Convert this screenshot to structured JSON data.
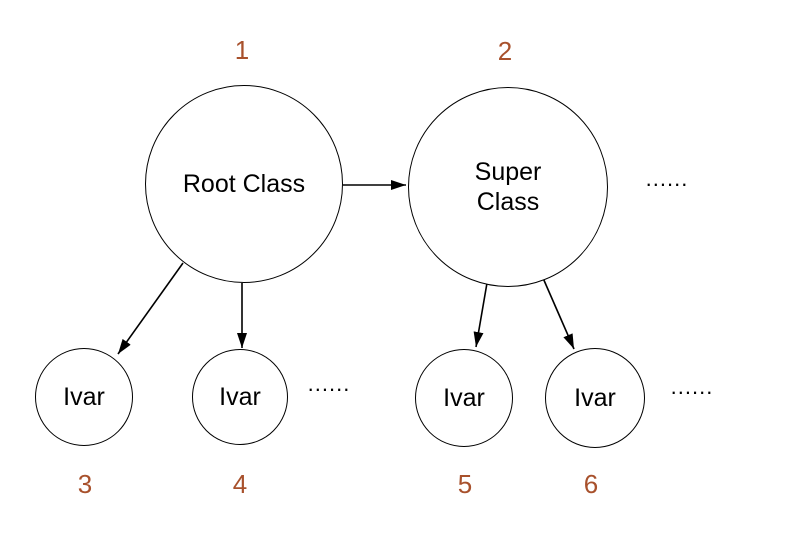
{
  "diagram": {
    "background_color": "#ffffff",
    "stroke_color": "#000000",
    "accent_color": "#a8512c",
    "ellipsis": "......",
    "nodes": [
      {
        "id": "root-class",
        "label": "Root Class",
        "number": "1"
      },
      {
        "id": "super-class",
        "label": "Super Class",
        "number": "2"
      },
      {
        "id": "ivar-3",
        "label": "Ivar",
        "number": "3"
      },
      {
        "id": "ivar-4",
        "label": "Ivar",
        "number": "4"
      },
      {
        "id": "ivar-5",
        "label": "Ivar",
        "number": "5"
      },
      {
        "id": "ivar-6",
        "label": "Ivar",
        "number": "6"
      }
    ],
    "edges": [
      {
        "from": "root-class",
        "to": "super-class"
      },
      {
        "from": "root-class",
        "to": "ivar-3"
      },
      {
        "from": "root-class",
        "to": "ivar-4"
      },
      {
        "from": "super-class",
        "to": "ivar-5"
      },
      {
        "from": "super-class",
        "to": "ivar-6"
      }
    ]
  }
}
